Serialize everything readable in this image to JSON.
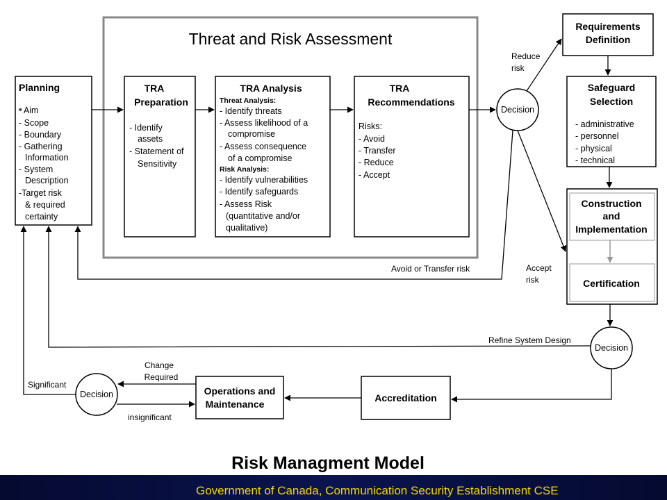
{
  "tra_title": "Threat and Risk Assessment",
  "planning": {
    "title": "Planning",
    "dash": "-",
    "items": [
      "- Aim",
      "- Scope",
      "- Boundary",
      "- Gathering",
      "Information",
      "- System",
      "Description",
      "-Target risk",
      "& required",
      "certainty"
    ]
  },
  "tra_prep": {
    "title_lines": [
      "TRA",
      "Preparation"
    ],
    "items": [
      "- Identify",
      "assets",
      "- Statement of",
      "Sensitivity"
    ]
  },
  "tra_analysis": {
    "title": "TRA Analysis",
    "threat_heading": "Threat Analysis:",
    "threat_items": [
      "- Identify threats",
      "- Assess likelihood of a",
      "compromise",
      "- Assess consequence",
      "of a compromise"
    ],
    "risk_heading": "Risk Analysis:",
    "risk_items": [
      "- Identify vulnerabilities",
      "- Identify safeguards",
      "- Assess Risk",
      "(quantitative and/or",
      "qualitative)"
    ]
  },
  "tra_recs": {
    "title_lines": [
      "TRA",
      "Recommendations"
    ],
    "items": [
      "Risks:",
      "- Avoid",
      "- Transfer",
      "- Reduce",
      "- Accept"
    ]
  },
  "requirements": {
    "title_lines": [
      "Requirements",
      "Definition"
    ]
  },
  "safeguard": {
    "title_lines": [
      "Safeguard",
      "Selection"
    ],
    "items": [
      "- administrative",
      "- personnel",
      "- physical",
      "- technical"
    ]
  },
  "construction": {
    "title_lines": [
      "Construction",
      "and",
      "Implementation"
    ]
  },
  "certification": {
    "title": "Certification"
  },
  "accreditation": {
    "title": "Accreditation"
  },
  "operations": {
    "title_lines": [
      "Operations and",
      "Maintenance"
    ]
  },
  "decisions": {
    "label": "Decision"
  },
  "edge_labels": {
    "reduce_risk": [
      "Reduce",
      "risk"
    ],
    "accept_risk": [
      "Accept",
      "risk"
    ],
    "avoid_transfer": "Avoid or Transfer risk",
    "refine_design": "Refine System Design",
    "change_required": [
      "Change",
      "Required"
    ],
    "insignificant": "insignificant",
    "significant": "Significant"
  },
  "main_title": "Risk Managment Model",
  "footer": "Government of Canada, Communication Security Establishment CSE"
}
